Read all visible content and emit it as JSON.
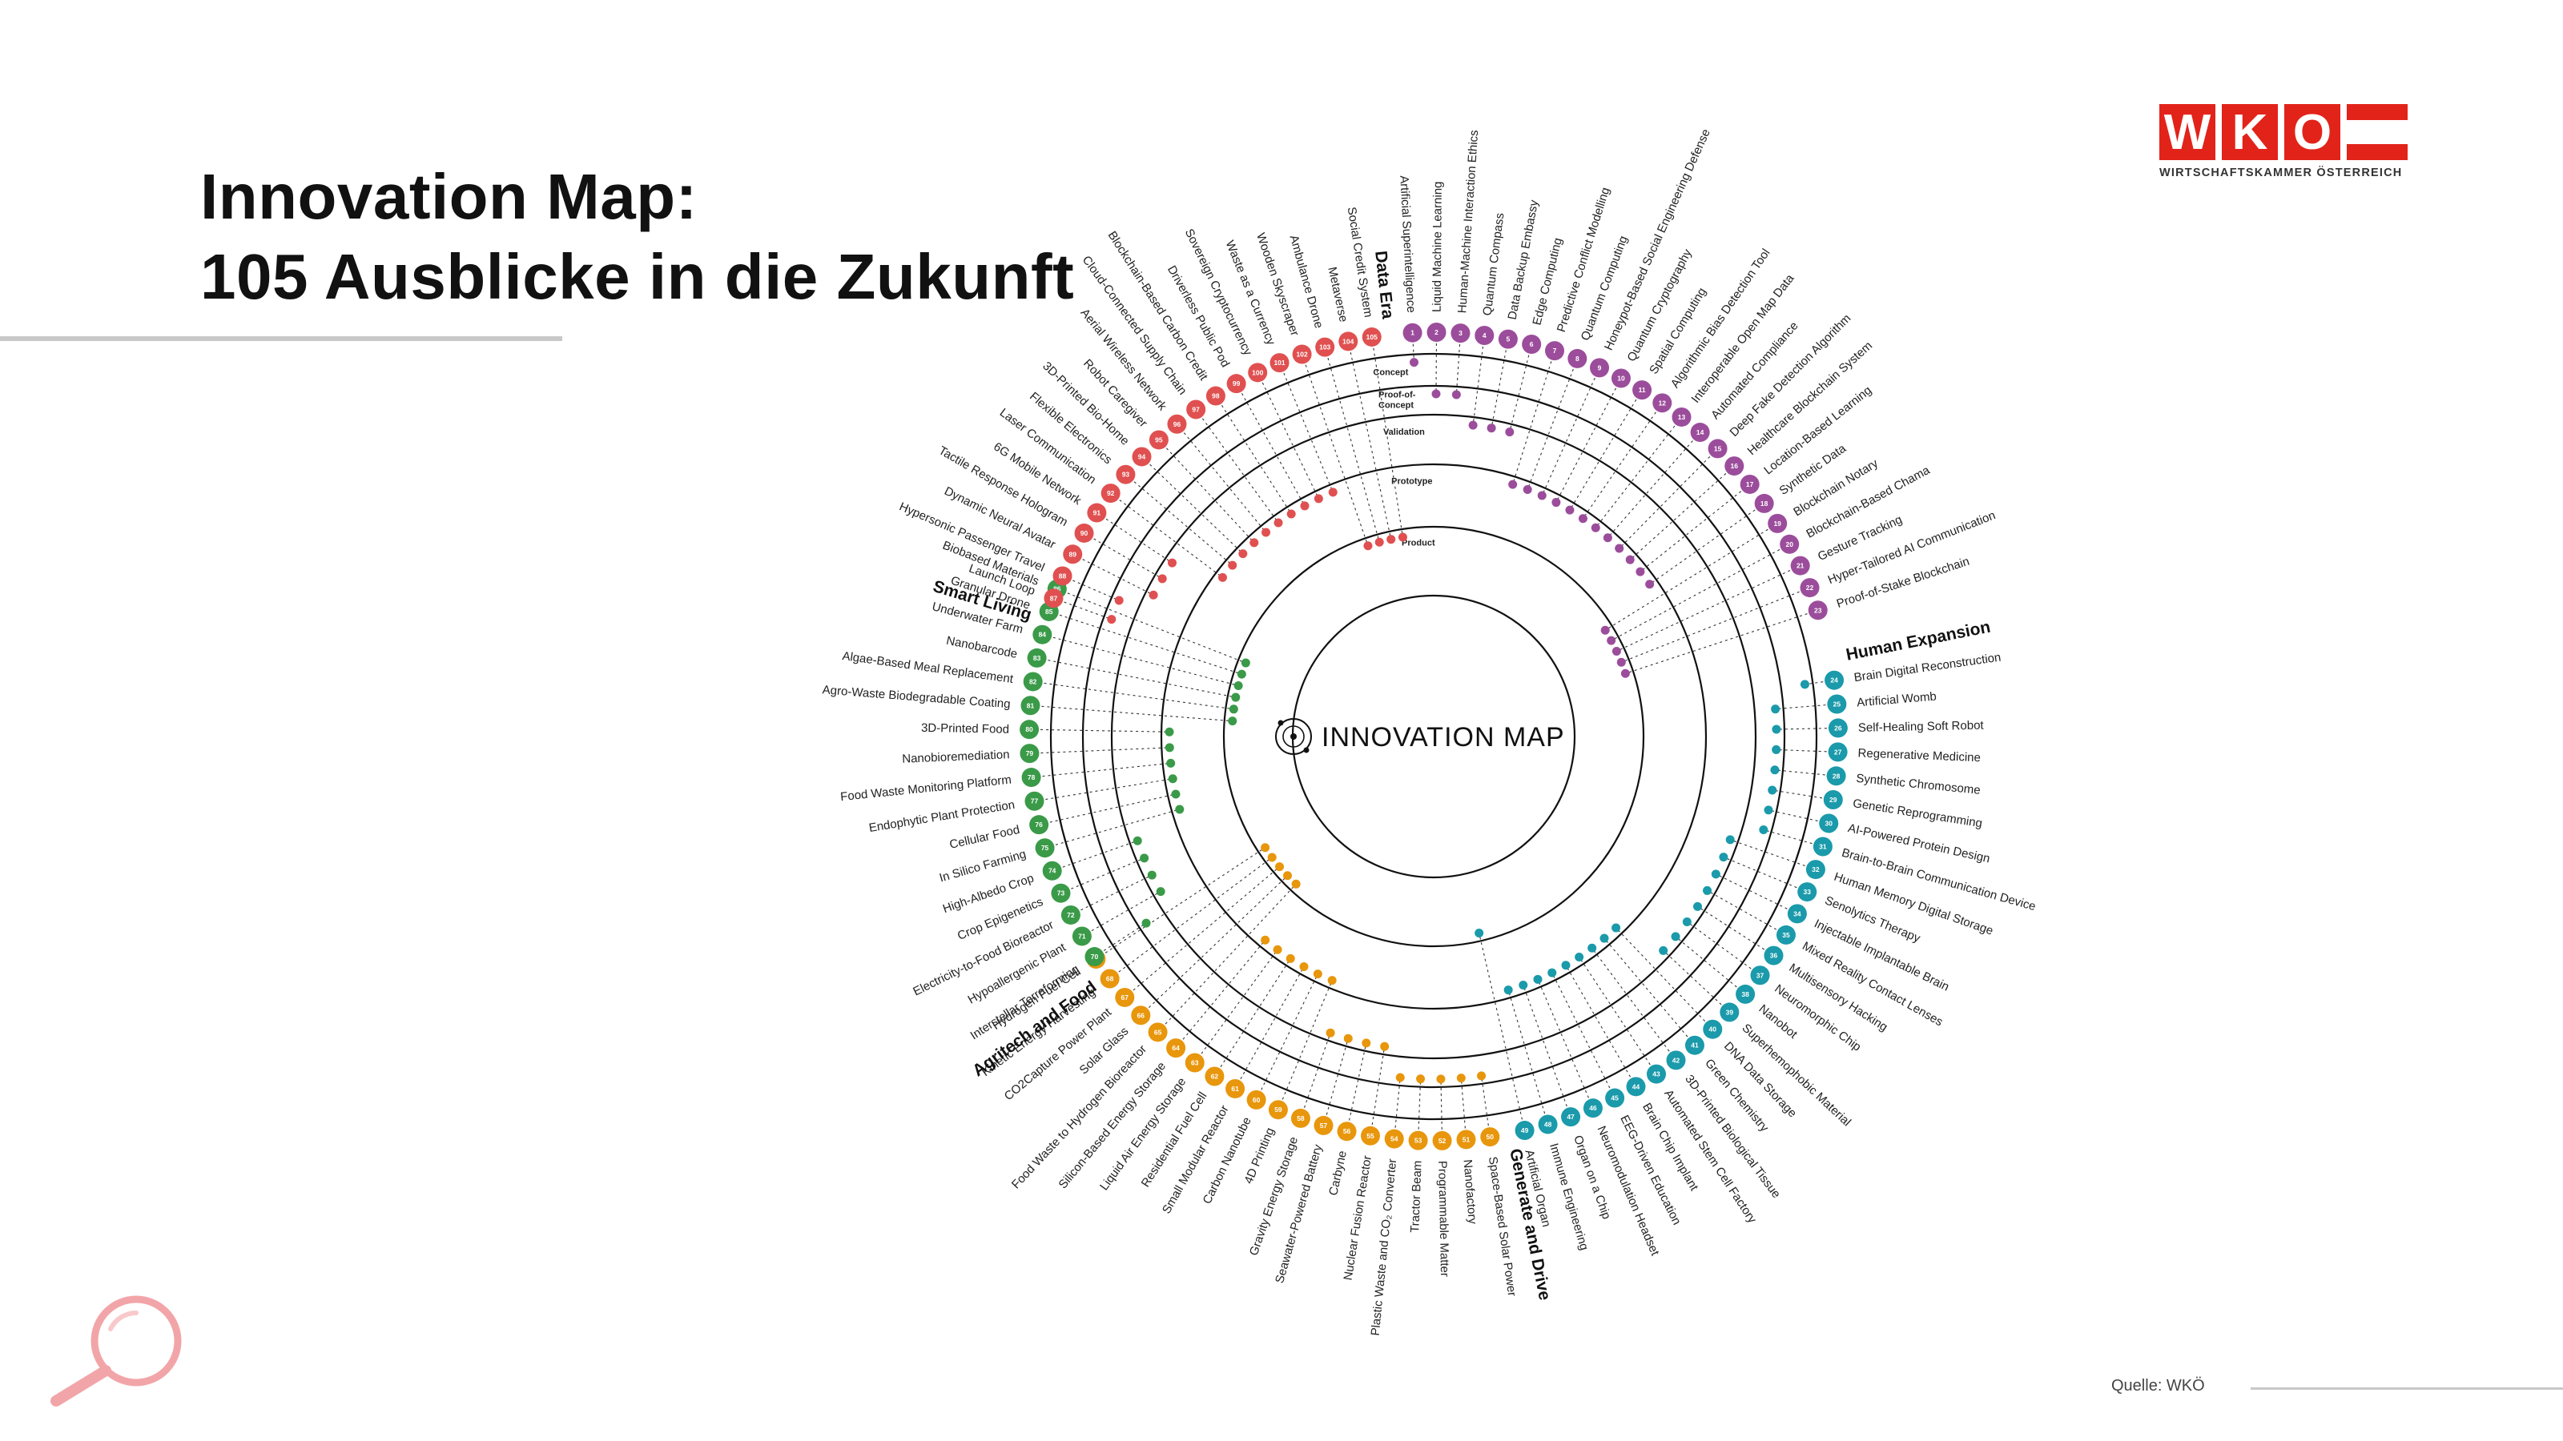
{
  "title": {
    "line1": "Innovation Map:",
    "line2": "105 Ausblicke in die Zukunft"
  },
  "logo": {
    "letters": [
      "W",
      "K",
      "O"
    ],
    "subtitle": "WIRTSCHAFTSKAMMER ÖSTERREICH",
    "color": "#e2231a"
  },
  "source": "Quelle:  WKÖ",
  "decorative_icon": "magnifier-icon",
  "map": {
    "center_label": "INNOVATION MAP",
    "center_icon": "atom-icon",
    "stages": [
      "Concept",
      "Proof-of-Concept",
      "Validation",
      "Prototype",
      "Product"
    ],
    "categories": [
      {
        "name": "Data Era",
        "color": "#9b4d9b",
        "first": 1,
        "last": 23,
        "items": [
          "Artificial Superintelligence",
          "Liquid Machine Learning",
          "Human-Machine Interaction Ethics",
          "Quantum Compass",
          "Data Backup Embassy",
          "Edge Computing",
          "Predictive Conflict Modelling",
          "Quantum Computing",
          "Honeypot-Based Social Engineering Defense",
          "Quantum Cryptography",
          "Spatial Computing",
          "Algorithmic Bias Detection Tool",
          "Interoperable Open Map Data",
          "Automated Compliance",
          "Deep Fake Detection Algorithm",
          "Healthcare Blockchain System",
          "Location-Based Learning",
          "Synthetic Data",
          "Blockchain Notary",
          "Blockchain-Based Chama",
          "Gesture Tracking",
          "Hyper-Tailored AI Communication",
          "Proof-of-Stake Blockchain"
        ],
        "stages": [
          0,
          1,
          1,
          2,
          2,
          2,
          3,
          3,
          3,
          3,
          3,
          3,
          3,
          3,
          3,
          3,
          3,
          3,
          4,
          4,
          4,
          4,
          4
        ]
      },
      {
        "name": "Human Expansion",
        "color": "#1a9aaa",
        "first": 24,
        "last": 49,
        "items": [
          "Brain Digital Reconstruction",
          "Artificial Womb",
          "Self-Healing Soft Robot",
          "Regenerative Medicine",
          "Synthetic Chromosome",
          "Genetic Reprogramming",
          "AI-Powered Protein Design",
          "Brain-to-Brain Communication Device",
          "Human Memory Digital Storage",
          "Senolytics Therapy",
          "Injectable Implantable Brain",
          "Mixed Reality Contact Lenses",
          "Multisensory Hacking",
          "Neuromorphic Chip",
          "Nanobot",
          "Superhemophobic Material",
          "DNA Data Storage",
          "Green Chemistry",
          "3D-Printed Biological Tissue",
          "Automated Stem Cell Factory",
          "Brain Chip Implant",
          "EEG-Driven Education",
          "Neuromodulation Headset",
          "Organ on a Chip",
          "Immune Engineering",
          "Artificial Organ"
        ],
        "stages": [
          0,
          1,
          1,
          1,
          1,
          1,
          1,
          1,
          2,
          2,
          2,
          2,
          2,
          2,
          2,
          2,
          3,
          3,
          3,
          3,
          3,
          3,
          3,
          3,
          3,
          4
        ]
      },
      {
        "name": "Generate and Drive",
        "color": "#e8960c",
        "first": 50,
        "last": 69,
        "items": [
          "Space-Based Solar Power",
          "Nanofactory",
          "Programmable Matter",
          "Tractor Beam",
          "Plastic Waste and CO₂ Converter",
          "Nuclear Fusion Reactor",
          "Carbyne",
          "Seawater-Powered Battery",
          "Gravity Energy Storage",
          "4D Printing",
          "Carbon Nanotube",
          "Small Modular Reactor",
          "Residential Fuel Cell",
          "Liquid Air Energy Storage",
          "Silicon-Based Energy Storage",
          "Food Waste to Hydrogen Bioreactor",
          "Solar Glass",
          "CO2Capture Power Plant",
          "Kinetic Energy Harvesting",
          "Hydrogen Fuel Cell"
        ],
        "stages": [
          1,
          1,
          1,
          1,
          1,
          2,
          2,
          2,
          2,
          3,
          3,
          3,
          3,
          3,
          3,
          4,
          4,
          4,
          4,
          4
        ]
      },
      {
        "name": "Agritech and Food",
        "color": "#3a9a48",
        "first": 70,
        "last": 86,
        "items": [
          "Interstellar Terraforming",
          "Hypoallergenic Plant",
          "Electricity-to-Food Bioreactor",
          "Crop Epigenetics",
          "High-Albedo Crop",
          "In Silico Farming",
          "Cellular Food",
          "Endophytic Plant Protection",
          "Food Waste Monitoring Platform",
          "Nanobioremediation",
          "3D-Printed Food",
          "Agro-Waste Biodegradable Coating",
          "Algae-Based Meal Replacement",
          "Nanobarcode",
          "Underwater Farm",
          "Granular Drone",
          "Biobased Materials"
        ],
        "stages": [
          1,
          2,
          2,
          2,
          2,
          3,
          3,
          3,
          3,
          3,
          3,
          4,
          4,
          4,
          4,
          4,
          4
        ]
      },
      {
        "name": "Smart Living",
        "color": "#e05050",
        "first": 87,
        "last": 105,
        "items": [
          "Launch Loop",
          "Hypersonic Passenger Travel",
          "Dynamic Neural Avatar",
          "Tactile Response Hologram",
          "6G Mobile Network",
          "Laser Communication",
          "Flexible Electronics",
          "3D-Printed Bio-Home",
          "Robot Caregiver",
          "Aerial Wireless Network",
          "Cloud-Connected Supply Chain",
          "Blockchain-Based Carbon Credit",
          "Driverless Public Pod",
          "Sovereign Cryptocurrency",
          "Waste as a Currency",
          "Wooden Skyscraper",
          "Ambulance Drone",
          "Metaverse",
          "Social Credit System"
        ],
        "stages": [
          1,
          1,
          2,
          2,
          2,
          3,
          3,
          3,
          3,
          3,
          3,
          3,
          3,
          3,
          3,
          4,
          4,
          4,
          4
        ]
      }
    ]
  }
}
